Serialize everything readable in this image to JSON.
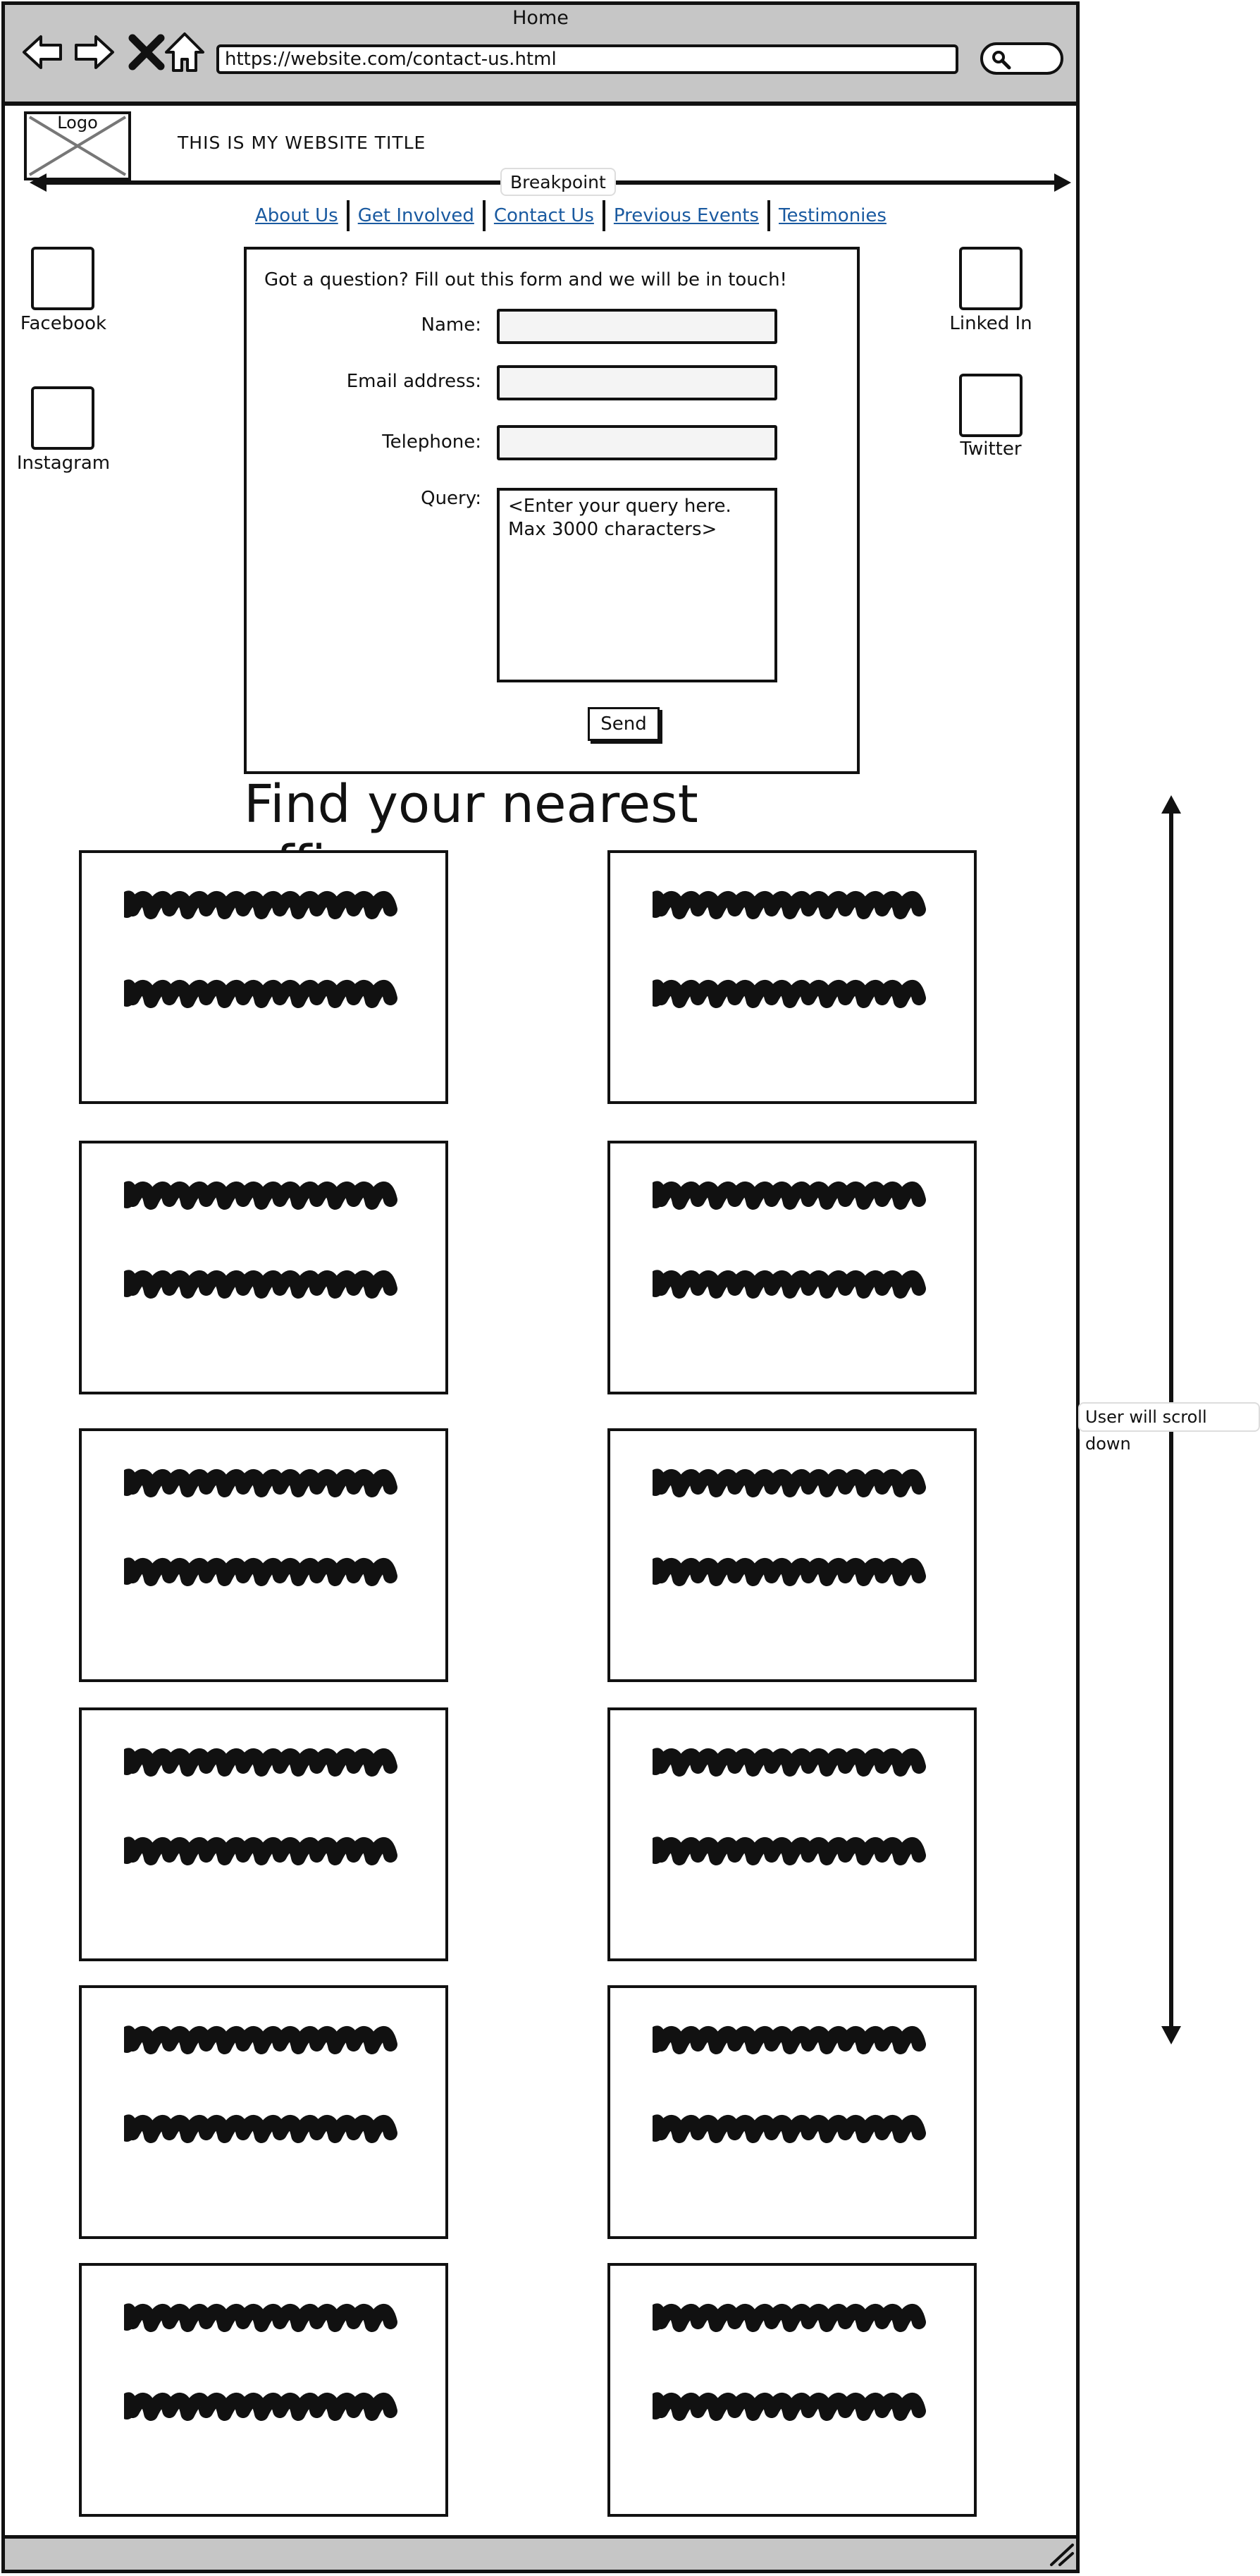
{
  "browser": {
    "title": "Home",
    "url": "https://website.com/contact-us.html",
    "icons": [
      "back-arrow-icon",
      "forward-arrow-icon",
      "close-icon",
      "home-icon",
      "search-icon",
      "resize-grip-icon"
    ]
  },
  "header": {
    "logo_label": "Logo",
    "site_title": "THIS IS MY WEBSITE TITLE",
    "breakpoint_label": "Breakpoint"
  },
  "nav": {
    "items": [
      {
        "label": "About Us"
      },
      {
        "label": "Get Involved"
      },
      {
        "label": "Contact Us"
      },
      {
        "label": "Previous Events"
      },
      {
        "label": "Testimonies"
      }
    ]
  },
  "social": {
    "facebook": "Facebook",
    "instagram": "Instagram",
    "linkedin": "Linked In",
    "twitter": "Twitter"
  },
  "contact_form": {
    "intro": "Got a question? Fill out this form and we will be in touch!",
    "name_label": "Name:",
    "email_label": "Email address:",
    "telephone_label": "Telephone:",
    "query_label": "Query:",
    "query_placeholder": "<Enter your query here. Max 3000 characters>",
    "send_label": "Send"
  },
  "offices": {
    "title": "Find your nearest office"
  },
  "annotations": {
    "scroll_label": "User will scroll down"
  },
  "colors": {
    "chrome_gray": "#c6c6c6",
    "link_blue": "#1a5aa0",
    "ink": "#111111"
  }
}
